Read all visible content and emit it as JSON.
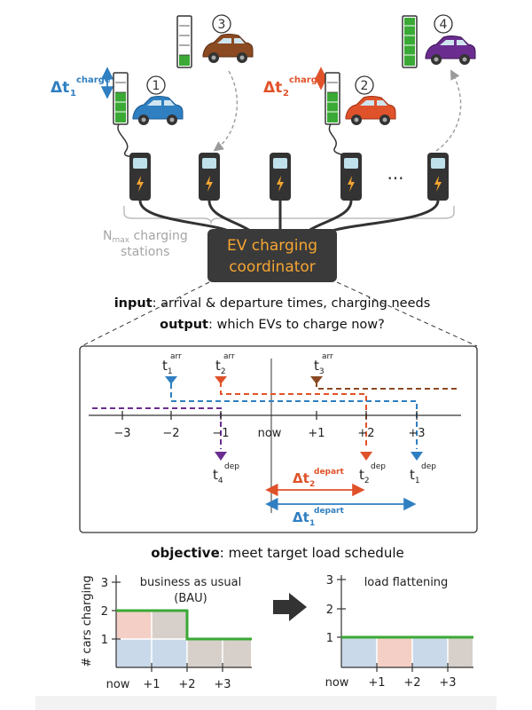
{
  "cars": [
    {
      "label": "1",
      "color": "#2f7fc1",
      "battery_level": 0.6
    },
    {
      "label": "2",
      "color": "#e0522a",
      "battery_level": 0.6
    },
    {
      "label": "3",
      "color": "#8b4a22",
      "battery_level": 0.2
    },
    {
      "label": "4",
      "color": "#6a2d8f",
      "battery_level": 1.0
    }
  ],
  "delta_labels": {
    "t1": {
      "main": "Δt",
      "sub": "1",
      "sup": "charge"
    },
    "t2": {
      "main": "Δt",
      "sub": "2",
      "sup": "charge"
    }
  },
  "stations": {
    "ellipsis": "···",
    "label_n": "N",
    "label_sub": "max",
    "label_line1": " charging",
    "label_line2": "stations"
  },
  "coordinator": {
    "line1": "EV charging",
    "line2": "coordinator"
  },
  "io": {
    "input_bold": "input",
    "input_text": ": arrival & departure times, charging needs",
    "output_bold": "output",
    "output_text": ": which EVs to charge now?"
  },
  "timeline": {
    "ticks": [
      "−3",
      "−2",
      "−1",
      "now",
      "+1",
      "+2",
      "+3"
    ],
    "arrivals": [
      {
        "main": "t",
        "sub": "1",
        "sup": "arr"
      },
      {
        "main": "t",
        "sub": "2",
        "sup": "arr"
      },
      {
        "main": "t",
        "sub": "3",
        "sup": "arr"
      }
    ],
    "departures": [
      {
        "main": "t",
        "sub": "4",
        "sup": "dep"
      },
      {
        "main": "t",
        "sub": "2",
        "sup": "dep"
      },
      {
        "main": "t",
        "sub": "1",
        "sup": "dep"
      }
    ],
    "delta_depart_2": {
      "main": "Δt",
      "sub": "2",
      "sup": "depart"
    },
    "delta_depart_1": {
      "main": "Δt",
      "sub": "1",
      "sup": "depart"
    }
  },
  "objective": {
    "bold": "objective",
    "text": ": meet target load schedule"
  },
  "bau_chart": {
    "ylabel": "# cars charging",
    "title_line1": "business as usual",
    "title_line2": "(BAU)",
    "yticks": [
      "1",
      "2",
      "3"
    ],
    "xticks": [
      "now",
      "+1",
      "+2",
      "+3"
    ]
  },
  "flat_chart": {
    "title": "load flattening",
    "yticks": [
      "1",
      "2",
      "3"
    ],
    "xticks": [
      "now",
      "+1",
      "+2",
      "+3"
    ]
  },
  "colors": {
    "blue": "#2f7fc1",
    "orange": "#e0522a",
    "brown": "#8b4a22",
    "purple": "#6a2d8f",
    "green": "#3aa935",
    "coordinator_bg": "#3a3a3a",
    "coordinator_text": "#f6a531",
    "cell_blue": "#c9d9ea",
    "cell_pink": "#f3cfc5",
    "cell_taupe": "#d7cfc9"
  }
}
